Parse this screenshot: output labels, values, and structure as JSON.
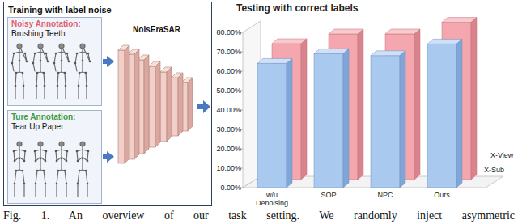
{
  "diagram": {
    "caption": "Fig. 1. An overview of our task setting. We randomly inject asymmetric",
    "nodes": [
      {
        "text": [
          "Training with label noise"
        ]
      },
      {
        "text": [
          "Noisy Annotation:",
          "Brushing Teeth"
        ],
        "in": 0
      },
      {
        "text": [
          "Ture Annotation:",
          "Tear Up Paper"
        ],
        "in": 0
      },
      {
        "text": [
          "NoisEraSAR"
        ],
        "in": 0
      }
    ],
    "edges": [
      {
        "from": 1,
        "to": 3,
        "arrow": "to"
      },
      {
        "from": 2,
        "to": 3,
        "arrow": "to"
      }
    ],
    "labels": [
      "Testing with correct labels",
      "80.00%",
      "70.00%",
      "60.00%",
      "50.00%",
      "40.00%",
      "30.00%",
      "20.00%",
      "10.00%",
      "0.00%",
      "w/u Denoising",
      "SOP",
      "NPC",
      "Ours",
      "X-View",
      "X-Sub"
    ]
  }
}
